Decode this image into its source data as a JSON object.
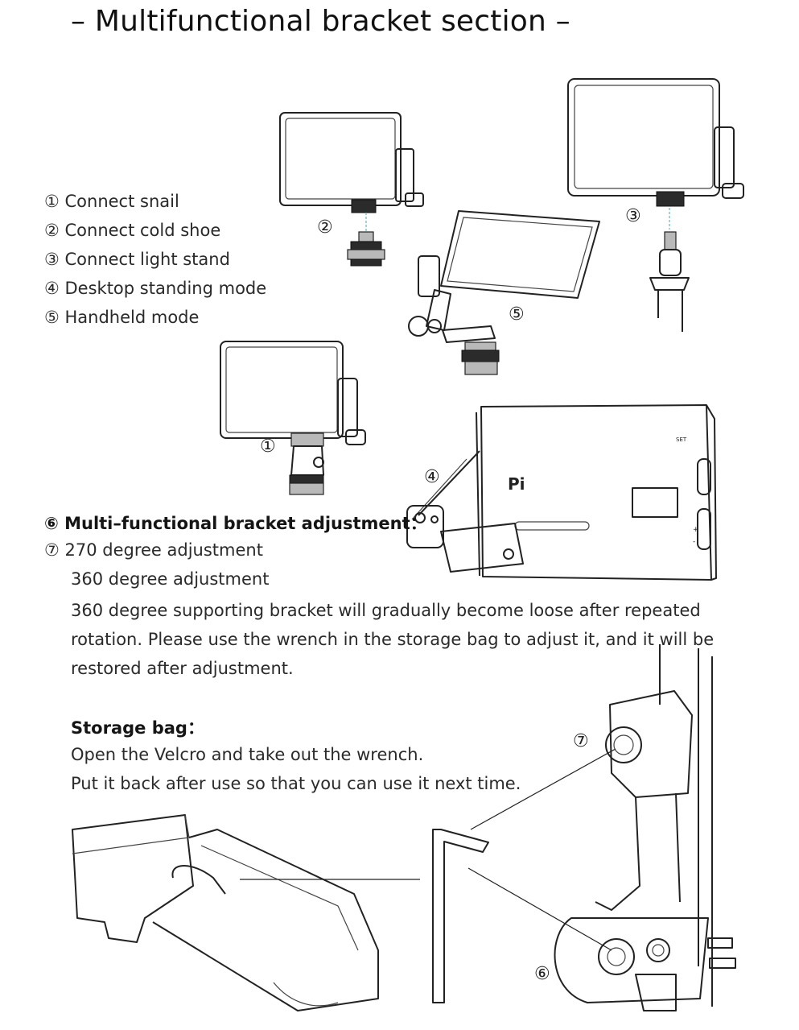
{
  "title": "– Multifunctional bracket section –",
  "modes": [
    "① Connect snail",
    "② Connect cold shoe",
    "③ Connect light stand",
    "④ Desktop standing mode",
    "⑤ Handheld mode"
  ],
  "adjust": {
    "heading": "⑥ Multi–functional bracket adjustment：",
    "item7": "⑦ 270 degree adjustment",
    "item360": "360 degree adjustment",
    "note_lines": [
      "360 degree supporting bracket will gradually become loose after repeated",
      "rotation. Please use the wrench in the storage bag to adjust it, and it will be",
      "restored after adjustment."
    ]
  },
  "storage": {
    "heading": "Storage bag：",
    "line1": "Open the Velcro and take out the wrench.",
    "line2": "Put it back after use so that you can use it next time."
  },
  "callouts": {
    "c1": "①",
    "c2": "②",
    "c3": "③",
    "c4": "④",
    "c5": "⑤",
    "c6": "⑥",
    "c7": "⑦"
  },
  "device_printed_text": [
    "Pi",
    "SET",
    "+",
    "-"
  ]
}
